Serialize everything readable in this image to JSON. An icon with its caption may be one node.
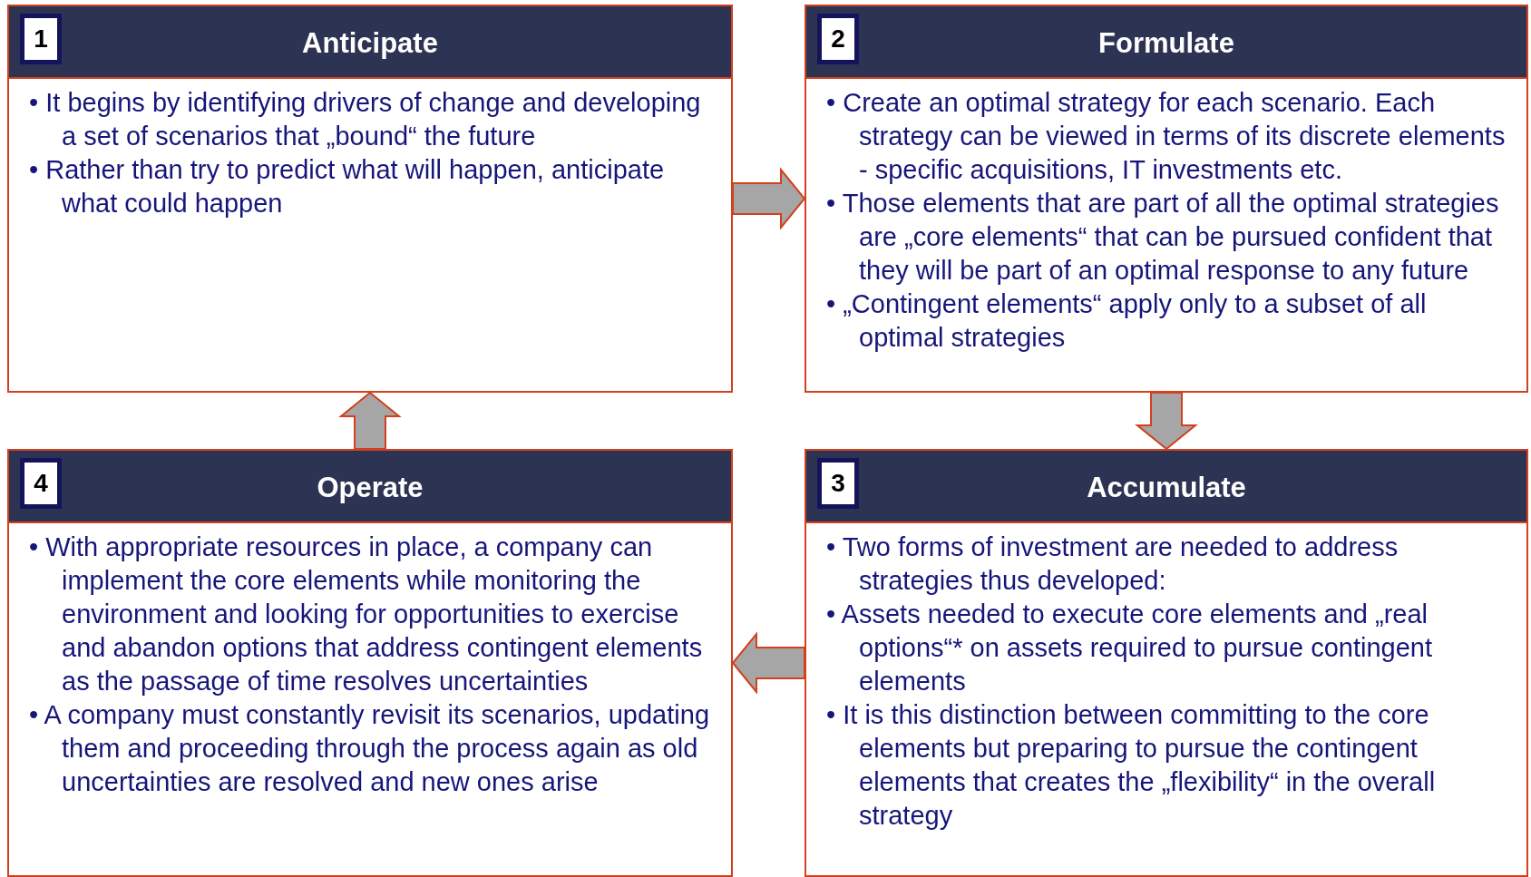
{
  "diagram": {
    "nodes": [
      {
        "text": [
          "1",
          "Anticipate",
          "• It begins by identifying drivers of change and developing a set of scenarios that „bound“ the future",
          "• Rather than try to predict what will happen, anticipate what could happen"
        ]
      },
      {
        "text": [
          "2",
          "Formulate",
          "• Create an optimal strategy for each scenario. Each strategy can be viewed in terms of its discrete elements - specific acquisitions, IT investments etc.",
          "• Those elements that are part of all the optimal strategies are „core elements“ that can be pursued confident that they will be part of an optimal response to any future",
          "• „Contingent elements“ apply only to a subset of all optimal strategies"
        ]
      },
      {
        "text": [
          "4",
          "Operate",
          "• With appropriate resources in place, a company can implement the core elements while monitoring the environment and looking for opportunities to exercise and abandon options that address contingent elements as the passage of time resolves uncertainties",
          "• A company must constantly revisit its scenarios, updating them and proceeding through the process again as old uncertainties are resolved and new ones arise"
        ]
      },
      {
        "text": [
          "3",
          "Accumulate",
          "• Two forms of investment are needed to address strategies thus developed:",
          "• Assets needed to execute core elements and „real options“* on assets required to pursue contingent elements",
          "• It is this distinction between committing to the core elements but preparing to pursue the contingent elements that creates the „flexibility“ in the overall strategy"
        ]
      }
    ],
    "edges": [
      {
        "from": 0,
        "to": 1,
        "arrow": "to"
      },
      {
        "from": 1,
        "to": 3,
        "arrow": "to"
      },
      {
        "from": 3,
        "to": 2,
        "arrow": "to"
      },
      {
        "from": 2,
        "to": 0,
        "arrow": "to"
      }
    ]
  }
}
